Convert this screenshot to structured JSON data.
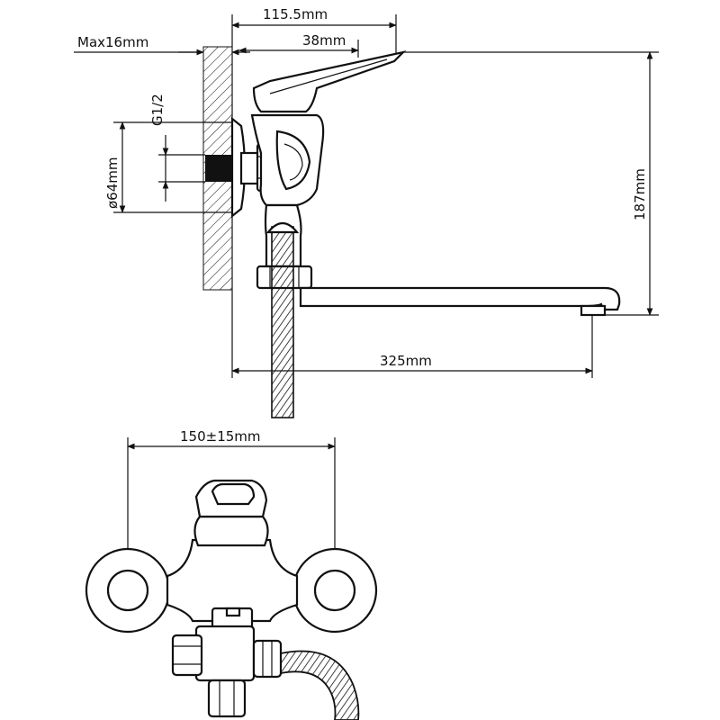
{
  "labels": {
    "max_depth": "Max16mm",
    "depth_total": "115.5mm",
    "lever_depth": "38mm",
    "thread": "G1/2",
    "flange_diameter": "ø64mm",
    "height": "187mm",
    "spout_length": "325mm",
    "center_distance": "150±15mm"
  }
}
